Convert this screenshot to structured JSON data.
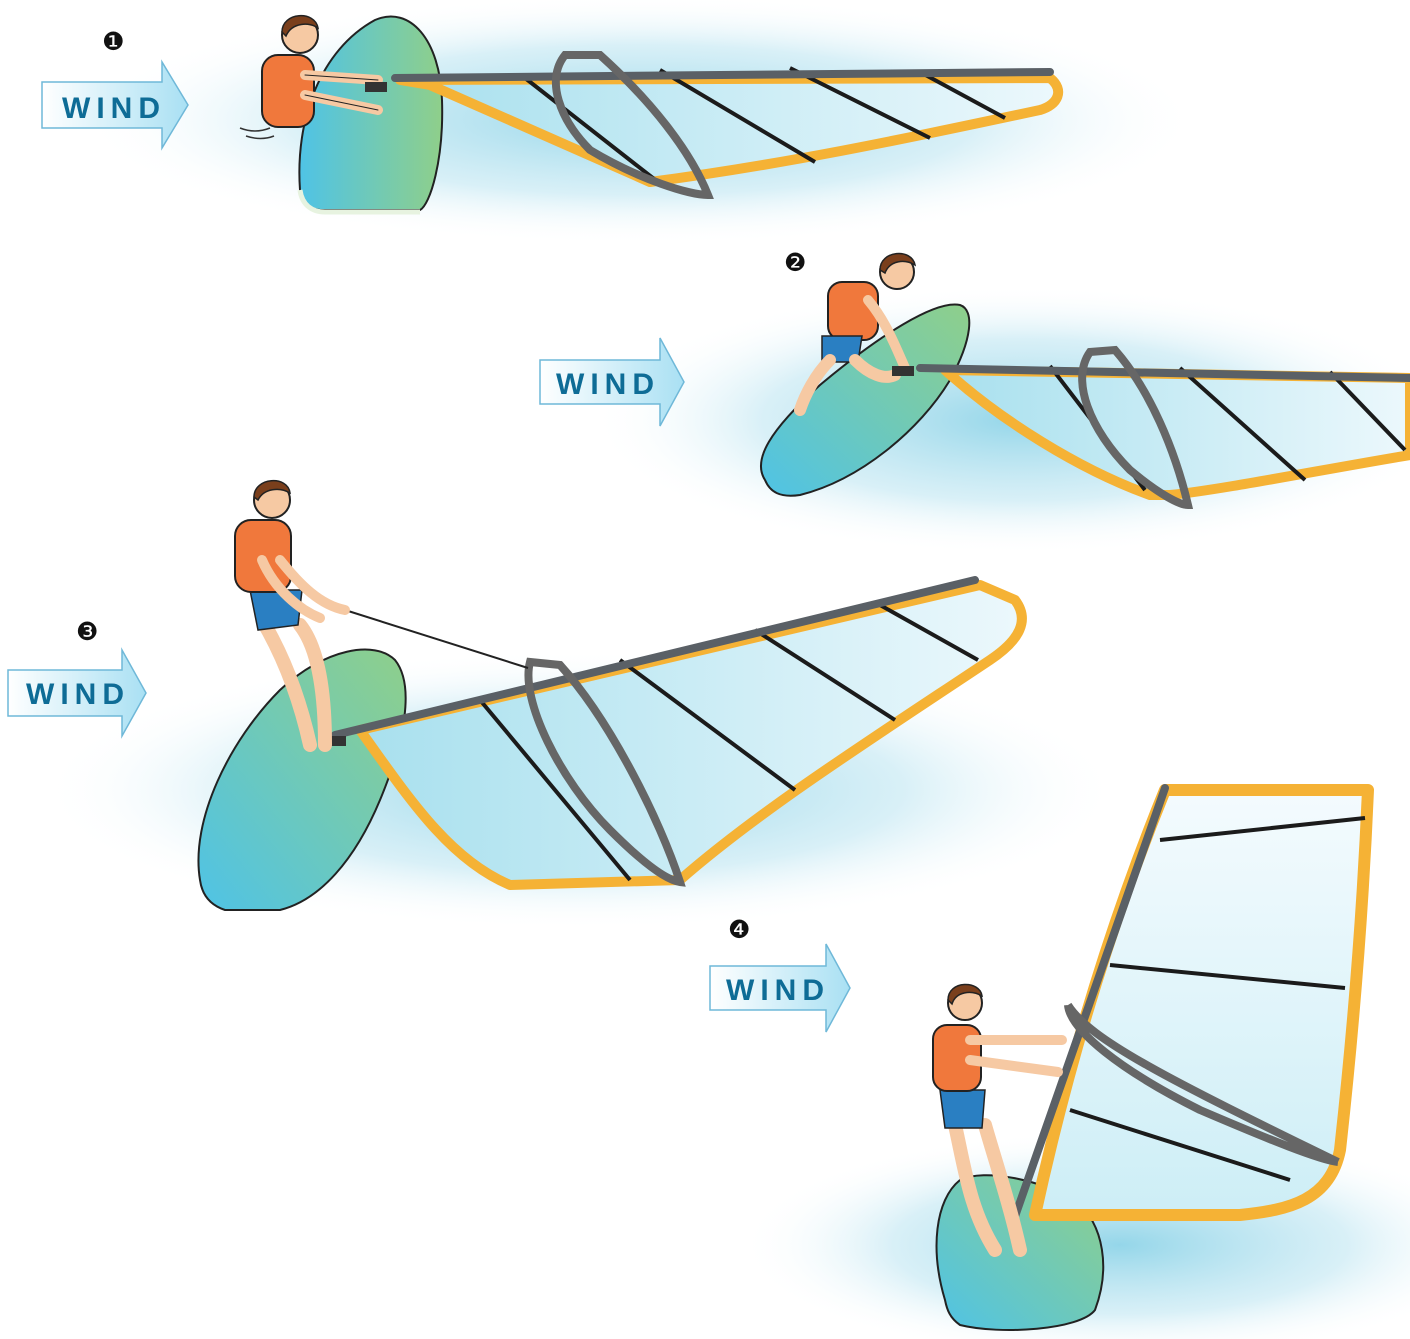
{
  "steps": [
    {
      "number": "❶",
      "wind_label": "WIND"
    },
    {
      "number": "❷",
      "wind_label": "WIND"
    },
    {
      "number": "❸",
      "wind_label": "WIND"
    },
    {
      "number": "❹",
      "wind_label": "WIND"
    }
  ],
  "colors": {
    "water": "#8fd4e8",
    "board_start": "#4fc3e6",
    "board_end": "#8fcf8a",
    "sail_frame": "#f5b235",
    "sail_fill": "#cdeef6",
    "mast": "#5a6066",
    "life_vest": "#f0783c",
    "swim_trunks": "#2a7fc2",
    "skin": "#f6c9a3",
    "hair": "#7a3f1c",
    "wind_arrow": "#d4f1fb",
    "wind_text": "#0e6c96"
  },
  "icons": [
    "wind-arrow-icon",
    "windsurfer-figure",
    "sail-rig",
    "board"
  ]
}
